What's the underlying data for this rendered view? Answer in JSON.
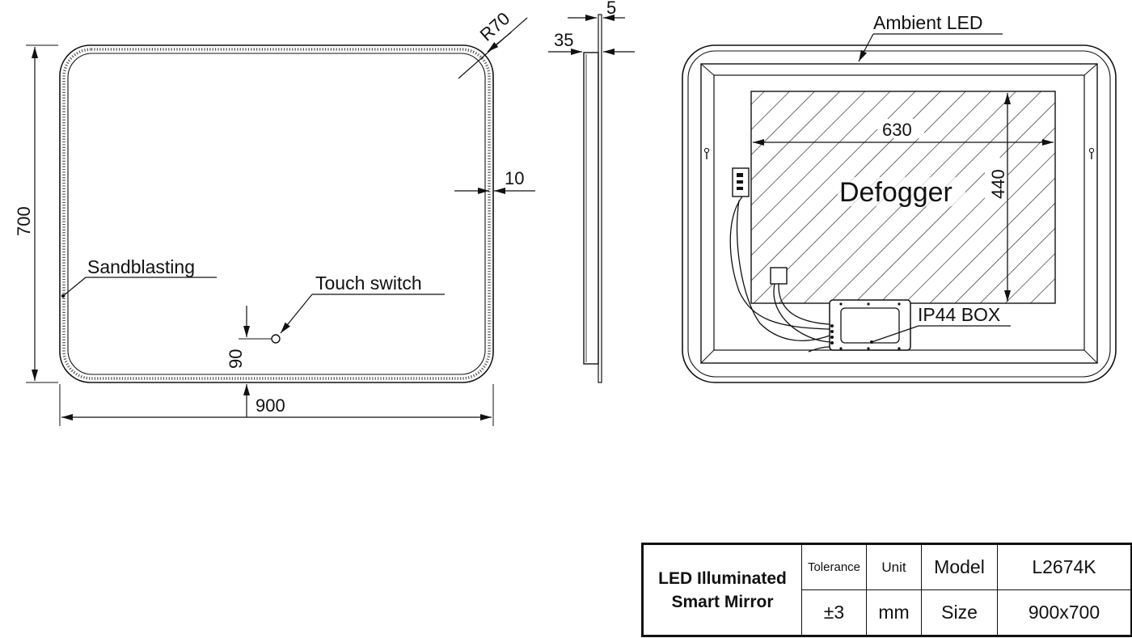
{
  "front_view": {
    "radius_label": "R70",
    "border_width_label": "10",
    "height_label": "700",
    "width_label": "900",
    "sandblasting_label": "Sandblasting",
    "touch_switch_label": "Touch switch",
    "switch_offset_label": "90"
  },
  "side_view": {
    "glass_thickness_label": "5",
    "depth_label": "35"
  },
  "back_view": {
    "ambient_led_label": "Ambient LED",
    "defogger_label": "Defogger",
    "defogger_width_label": "630",
    "defogger_height_label": "440",
    "ip44_box_label": "IP44 BOX"
  },
  "title_block": {
    "product_line1": "LED Illuminated",
    "product_line2": "Smart Mirror",
    "tolerance_header": "Tolerance",
    "tolerance_value": "±3",
    "unit_header": "Unit",
    "unit_value": "mm",
    "model_header": "Model",
    "model_value": "L2674K",
    "size_header": "Size",
    "size_value": "900x700"
  }
}
